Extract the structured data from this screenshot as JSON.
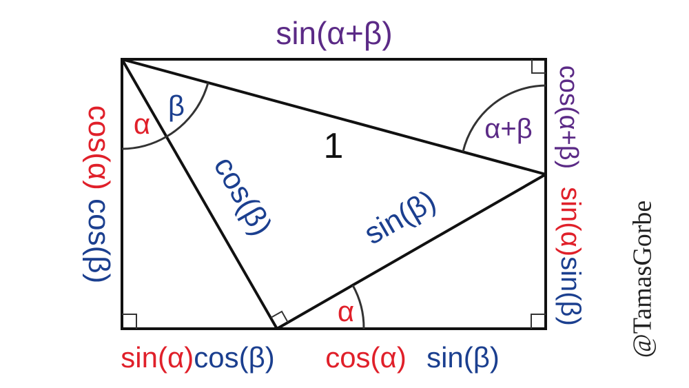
{
  "colors": {
    "red": "#e0202a",
    "blue": "#1b3f8f",
    "purple": "#5b2a86",
    "black": "#111111",
    "gray": "#333333"
  },
  "labels": {
    "top": "sin(α+β)",
    "hypotenuse": "1",
    "angle_alpha_top": "α",
    "angle_beta_top": "β",
    "angle_alpha_plus_beta": "α+β",
    "angle_alpha_bottom": "α",
    "left_seg": "cos(β)",
    "right_seg": "sin(β)",
    "left_side_red": "cos(α)",
    "left_side_blue": "cos(β)",
    "right_side_top": "cos(α+β)",
    "right_side_red": "sin(α)",
    "right_side_blue": "sin(β)",
    "bottom_left_red": "sin(α)",
    "bottom_left_blue": "cos(β)",
    "bottom_right_red": "cos(α)",
    "bottom_right_blue": "sin(β)"
  },
  "signature": "@TamasGorbe"
}
